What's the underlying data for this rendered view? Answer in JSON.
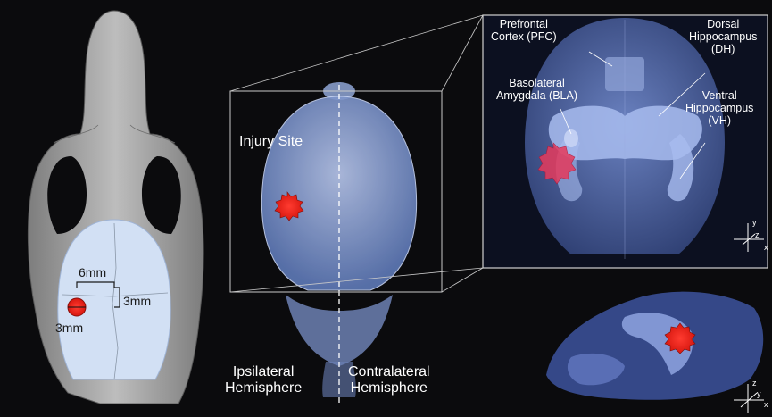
{
  "skull": {
    "width_label": "6mm",
    "depth_label": "3mm",
    "diameter_label": "3mm"
  },
  "dorsal_view": {
    "injury_label": "Injury Site",
    "ipsilateral_label": "Ipsilateral\nHemisphere",
    "contralateral_label": "Contralateral\nHemisphere"
  },
  "zoom_view": {
    "pfc_label": "Prefrontal\nCortex (PFC)",
    "bla_label": "Basolateral\nAmygdala (BLA)",
    "dh_label": "Dorsal\nHippocampus\n(DH)",
    "vh_label": "Ventral\nHippocampus\n(VH)"
  },
  "axes": {
    "y": "y",
    "x": "x",
    "z": "z"
  },
  "colors": {
    "background": "#0b0b0d",
    "skull": "#a9a9a9",
    "brain": "#8fa6d6",
    "injury": "#e8241c",
    "structure": "#9cb0e6"
  }
}
